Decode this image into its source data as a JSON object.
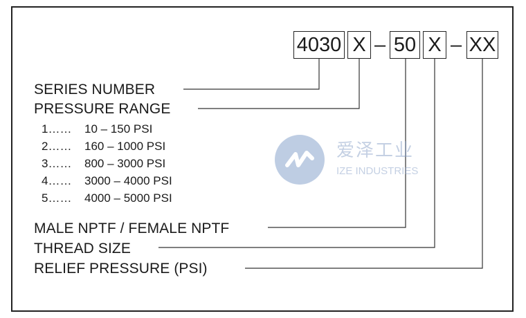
{
  "code": {
    "series": "4030",
    "pressure": "X",
    "sep1": "–",
    "thread": "50",
    "connection": "X",
    "sep2": "–",
    "relief": "XX"
  },
  "labels": {
    "series_number": "SERIES NUMBER",
    "pressure_range": "PRESSURE RANGE",
    "male_female": "MALE NPTF / FEMALE NPTF",
    "thread_size": "THREAD SIZE",
    "relief_pressure": "RELIEF PRESSURE (PSI)"
  },
  "pressure_ranges": [
    {
      "num": "1……",
      "range": "10 – 150 PSI"
    },
    {
      "num": "2……",
      "range": "160 – 1000 PSI"
    },
    {
      "num": "3……",
      "range": "800 – 3000 PSI"
    },
    {
      "num": "4……",
      "range": "3000 – 4000 PSI"
    },
    {
      "num": "5……",
      "range": "4000 – 5000 PSI"
    }
  ],
  "watermark": {
    "chinese": "爱泽工业",
    "english": "IZE INDUSTRIES",
    "logo_color": "#7f9cc9"
  }
}
